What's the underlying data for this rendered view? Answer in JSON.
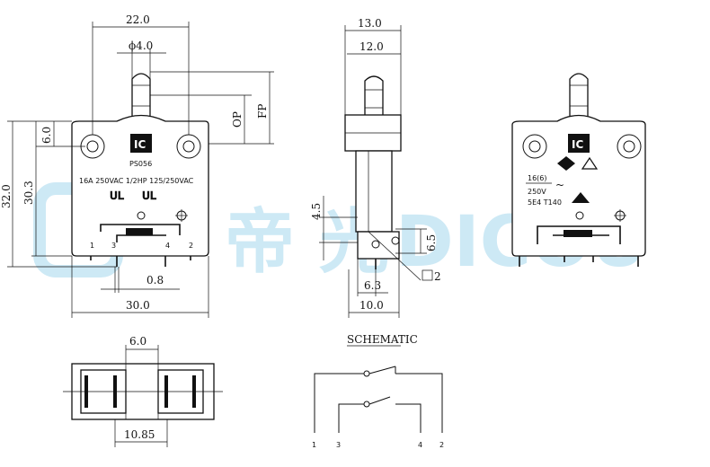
{
  "watermark": {
    "cn": "帝 光",
    "en": "DICOU"
  },
  "front": {
    "dims": {
      "width_top": "22.0",
      "phi": "ϕ4.0",
      "op": "OP",
      "fp": "FP",
      "h_left": "6.0",
      "h_total": "32.0",
      "h_body": "30.3",
      "terminal": "0.8",
      "width_bottom": "30.0"
    },
    "model": "PS056",
    "rating": "16A 250VAC 1/2HP 125/250VAC",
    "pins": [
      "1",
      "3",
      "4",
      "2"
    ]
  },
  "side": {
    "dims": {
      "w_outer": "13.0",
      "w_inner": "12.0",
      "h_left": "4.5",
      "h_right": "6.5",
      "w_small": "6.3",
      "w_bottom": "10.0",
      "box_num": "2"
    }
  },
  "back": {
    "rating_lines": [
      "16(6)",
      "250V",
      "5E4 T140"
    ],
    "tilde": "~"
  },
  "bottom": {
    "dims": {
      "top": "6.0",
      "bottom": "10.85"
    }
  },
  "schematic": {
    "title": "SCHEMATIC",
    "pins": [
      "1",
      "3",
      "4",
      "2"
    ]
  }
}
